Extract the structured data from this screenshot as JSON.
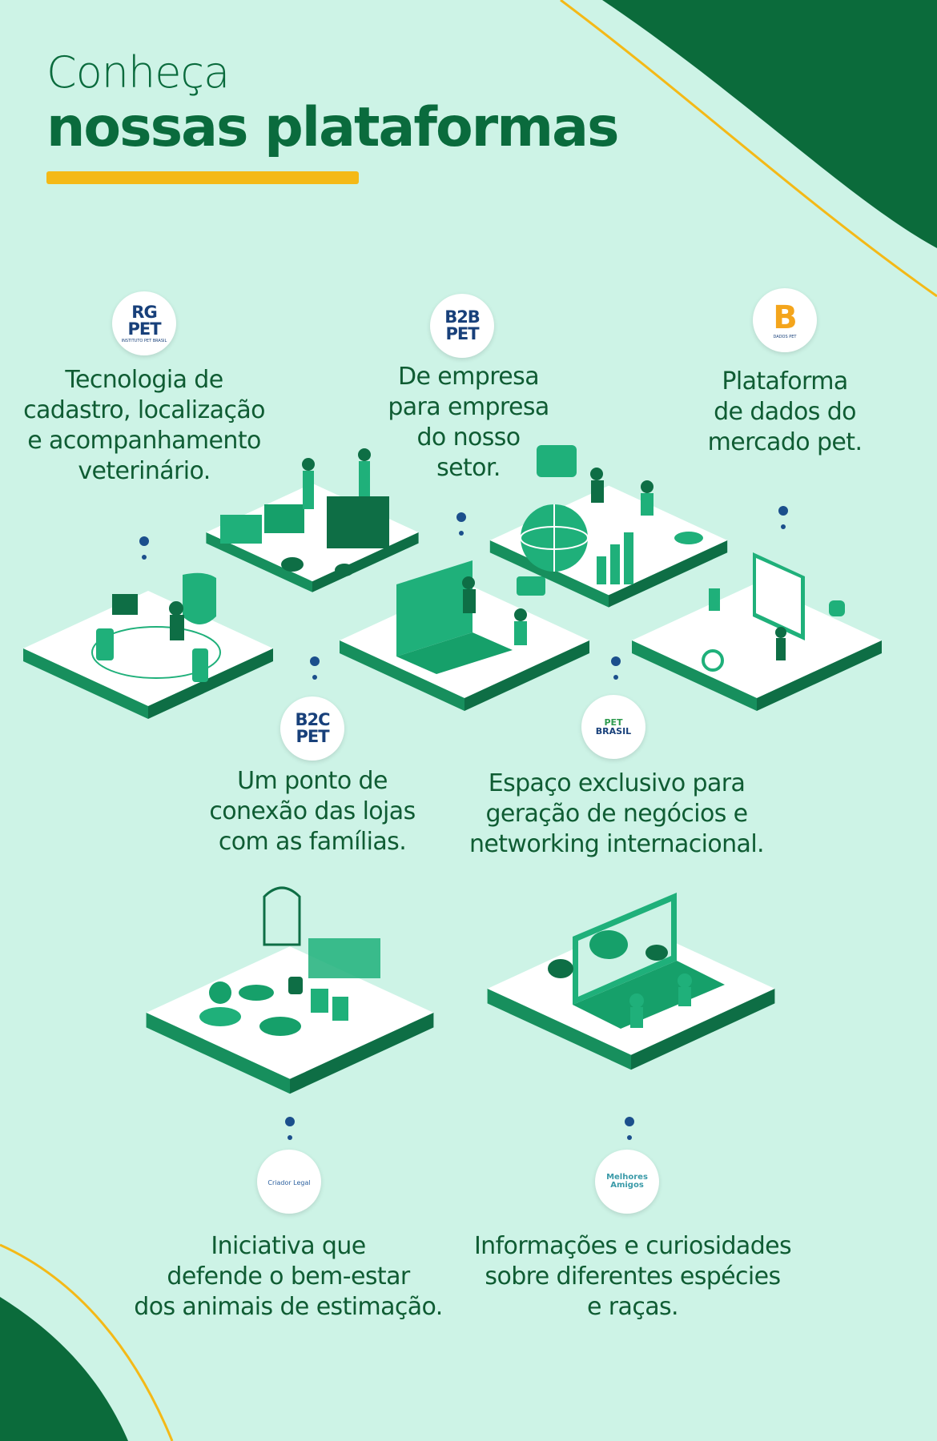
{
  "header": {
    "title_line1": "Conheça",
    "title_line2": "nossas plataformas"
  },
  "colors": {
    "background": "#cdf3e6",
    "primary_green": "#0a6b3d",
    "accent_yellow": "#f4b917",
    "illustration_green": "#16a06a",
    "dot_blue": "#1b4f8c"
  },
  "platforms": [
    {
      "logo_line1": "RG",
      "logo_line2": "PET",
      "logo_sub": "INSTITUTO PET BRASIL",
      "icon": "rg-pet-logo",
      "description": "Tecnologia de cadastro, localização e acompanhamento veterinário.",
      "lines": [
        "Tecnologia de",
        "cadastro, localização",
        "e acompanhamento",
        "veterinário."
      ]
    },
    {
      "logo_line1": "B2B",
      "logo_line2": "PET",
      "icon": "b2b-pet-logo",
      "description": "De empresa para empresa do nosso setor.",
      "lines": [
        "De empresa",
        "para empresa",
        "do nosso",
        "setor."
      ]
    },
    {
      "logo_line1": "B",
      "logo_sub": "DADOS PET",
      "icon": "dados-pet-logo",
      "description": "Plataforma de dados do mercado pet.",
      "lines": [
        "Plataforma",
        "de dados do",
        "mercado pet."
      ]
    },
    {
      "logo_line1": "B2C",
      "logo_line2": "PET",
      "icon": "b2c-pet-logo",
      "description": "Um ponto de conexão das lojas com as famílias.",
      "lines": [
        "Um ponto de",
        "conexão das lojas",
        "com as famílias."
      ]
    },
    {
      "logo_line1": "PET",
      "logo_line2": "BRASIL",
      "icon": "pet-brasil-logo",
      "description": "Espaço exclusivo para geração de negócios e networking internacional.",
      "lines": [
        "Espaço exclusivo para",
        "geração de negócios e",
        "networking internacional."
      ]
    },
    {
      "logo_line1": "Criador Legal",
      "icon": "criador-legal-logo",
      "description": "Iniciativa que defende o bem-estar dos animais de estimação.",
      "lines": [
        "Iniciativa que",
        "defende o bem-estar",
        "dos animais de estimação."
      ]
    },
    {
      "logo_line1": "Melhores",
      "logo_line2": "Amigos",
      "icon": "melhores-amigos-logo",
      "description": "Informações e curiosidades sobre diferentes espécies e raças.",
      "lines": [
        "Informações e curiosidades",
        "sobre diferentes espécies",
        "e raças."
      ]
    }
  ]
}
